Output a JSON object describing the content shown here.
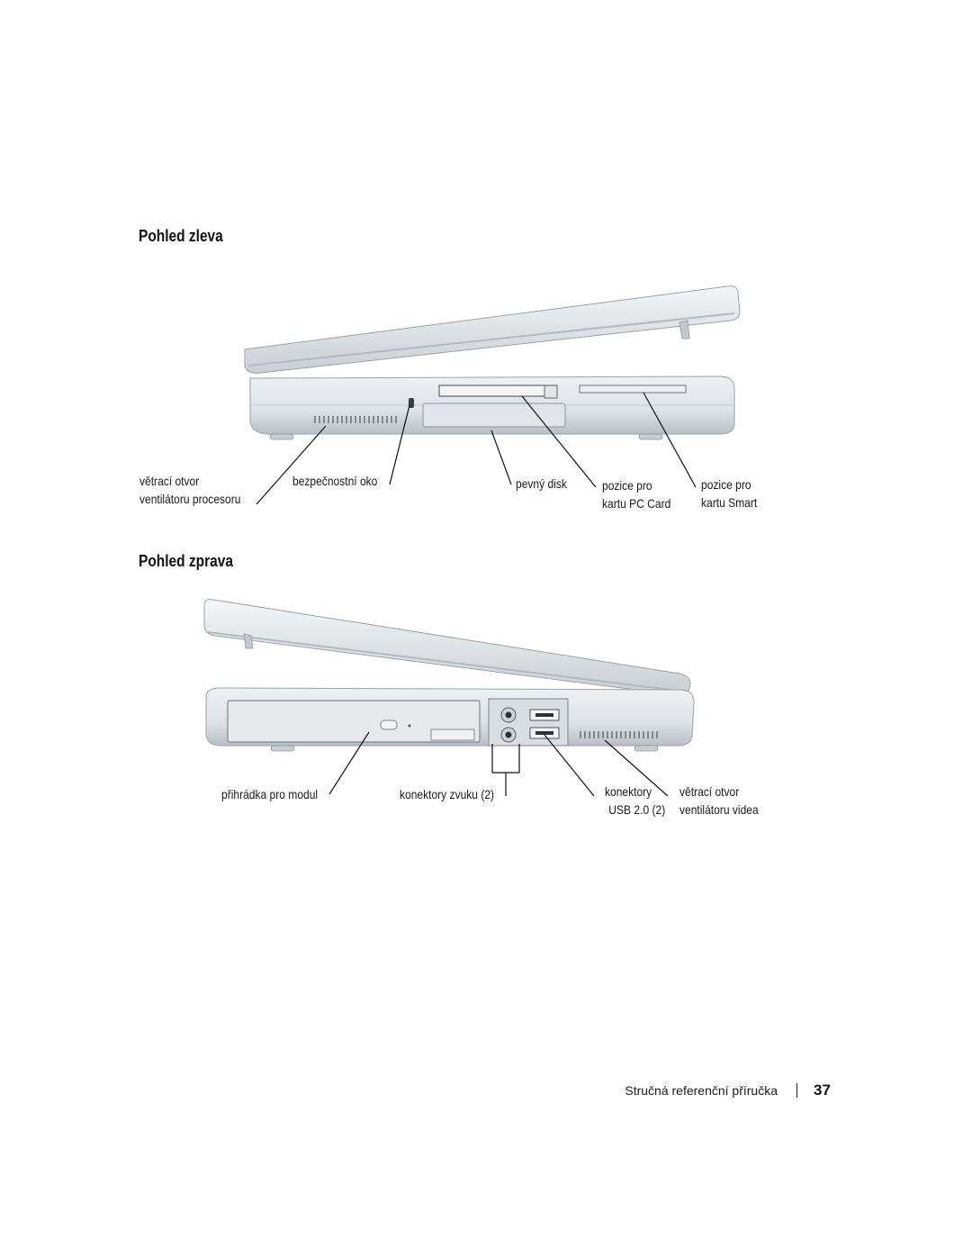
{
  "left_view": {
    "title": "Pohled zleva",
    "labels": {
      "cpu_vent": [
        "větrací otvor",
        "ventilátoru procesoru"
      ],
      "security_slot": [
        "bezpečnostní oko"
      ],
      "hard_drive": [
        "pevný disk"
      ],
      "pc_card": [
        "pozice pro",
        "kartu PC Card"
      ],
      "smart_card": [
        "pozice pro",
        "kartu Smart"
      ]
    }
  },
  "right_view": {
    "title": "Pohled zprava",
    "labels": {
      "module_bay": [
        "přihrádka pro modul"
      ],
      "audio": [
        "konektory zvuku (2)"
      ],
      "usb": [
        "konektory",
        "USB 2.0 (2)"
      ],
      "video_vent": [
        "větrací otvor",
        "ventilátoru videa"
      ]
    }
  },
  "footer": {
    "text": "Stručná referenční příručka",
    "page_number": "37"
  }
}
